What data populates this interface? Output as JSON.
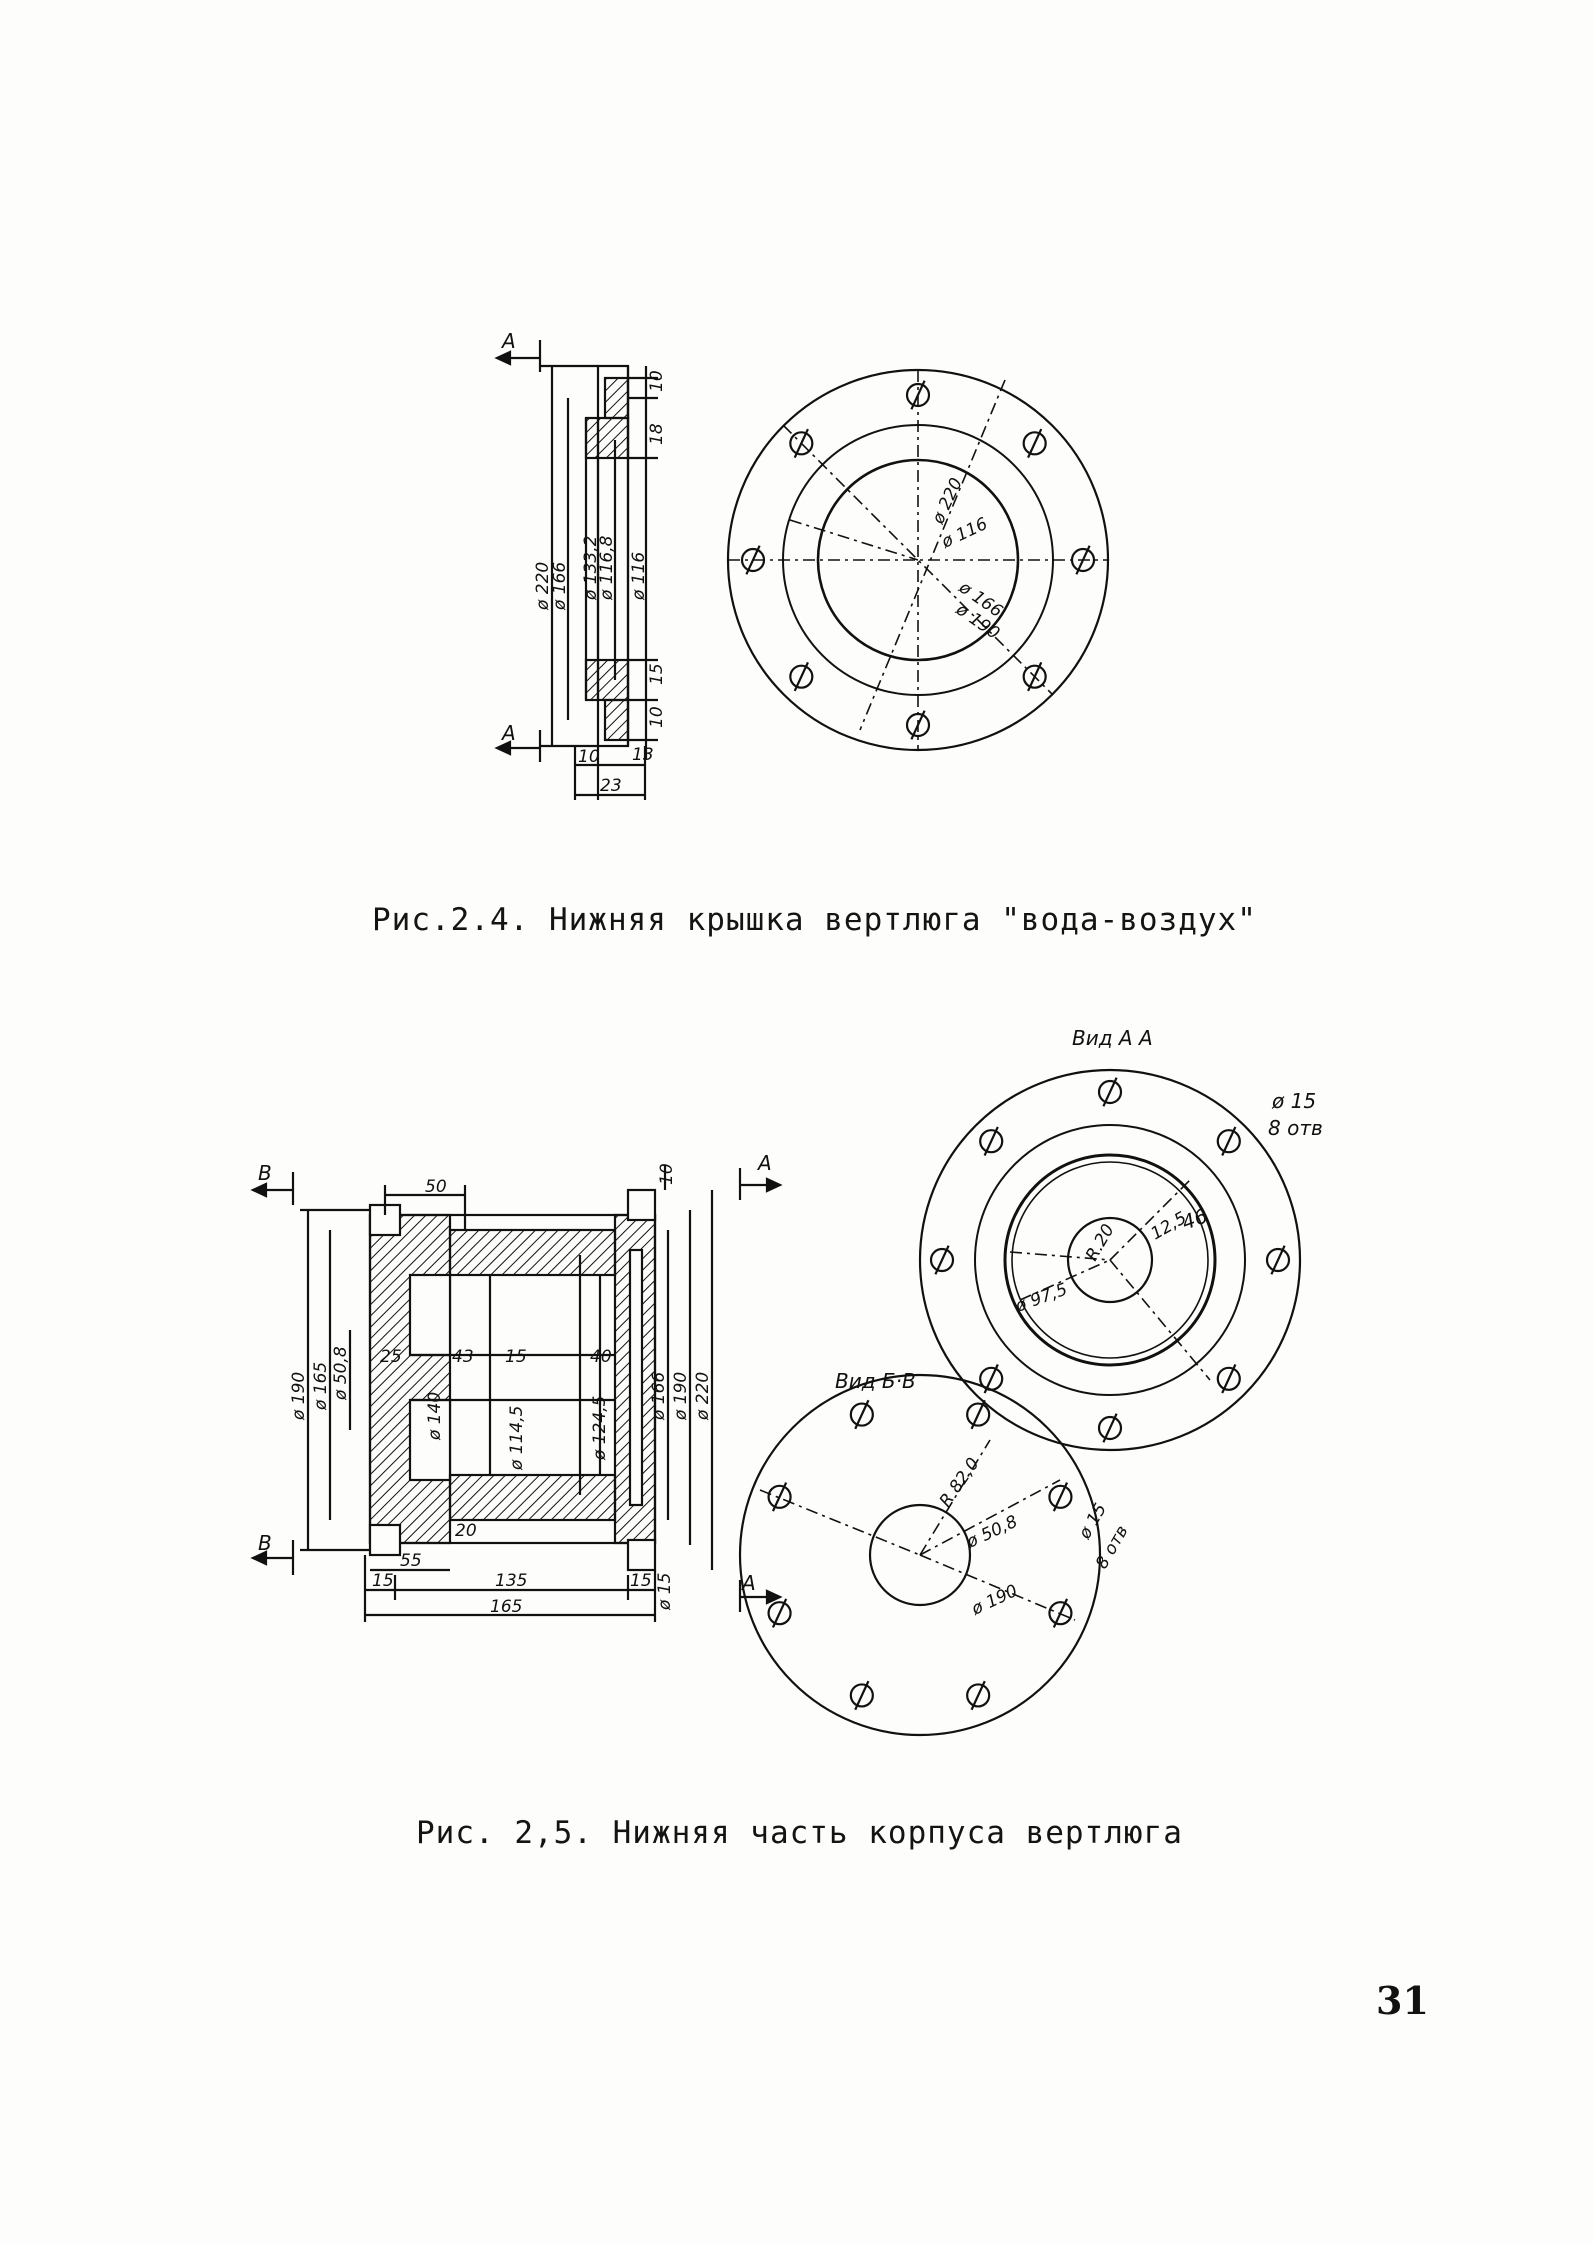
{
  "figure_1": {
    "caption": "Рис.2.4. Нижняя крышка вертлюга \"вода-воздух\"",
    "section_label_top": "А",
    "section_label_bottom": "А",
    "dims_side": [
      "ø 220",
      "ø 166",
      "ø 133,2",
      "ø 116,8",
      "ø 116"
    ],
    "dims_right": [
      "10",
      "18",
      "15",
      "10",
      "13"
    ],
    "dims_bottom": [
      "10",
      "23"
    ],
    "dims_plan": [
      "ø 220",
      "ø 116",
      "ø 166",
      "ø 190"
    ]
  },
  "figure_2": {
    "caption": "Рис. 2,5. Нижняя часть корпуса вертлюга",
    "section_B_top": "В",
    "section_B_bottom": "В",
    "section_A_top": "А",
    "section_A_bottom": "А",
    "dims_top": [
      "50",
      "10"
    ],
    "dims_left": [
      "ø 190",
      "ø 165",
      "ø 50,8"
    ],
    "dims_inner": [
      "25",
      "43",
      "15",
      "40",
      "ø 140",
      "ø 114,5",
      "ø 124,5",
      "ø 166",
      "ø 190",
      "ø 220"
    ],
    "dims_bottom": [
      "55",
      "20",
      "15",
      "135",
      "15",
      "165",
      "ø 15"
    ],
    "view_aa": "Вид А А",
    "view_aa_hole": "ø 15",
    "view_aa_hole_count": "8 отв",
    "view_aa_dims": [
      "R.20",
      "12,5",
      "46",
      "ø 97,5"
    ],
    "view_bb": "Вид Б·В",
    "view_bb_dims": [
      "R 82,0",
      "ø 50,8",
      "ø 190"
    ],
    "view_bb_hole": "ø 15",
    "view_bb_hole_count": "8 отв"
  },
  "page_number": "31"
}
